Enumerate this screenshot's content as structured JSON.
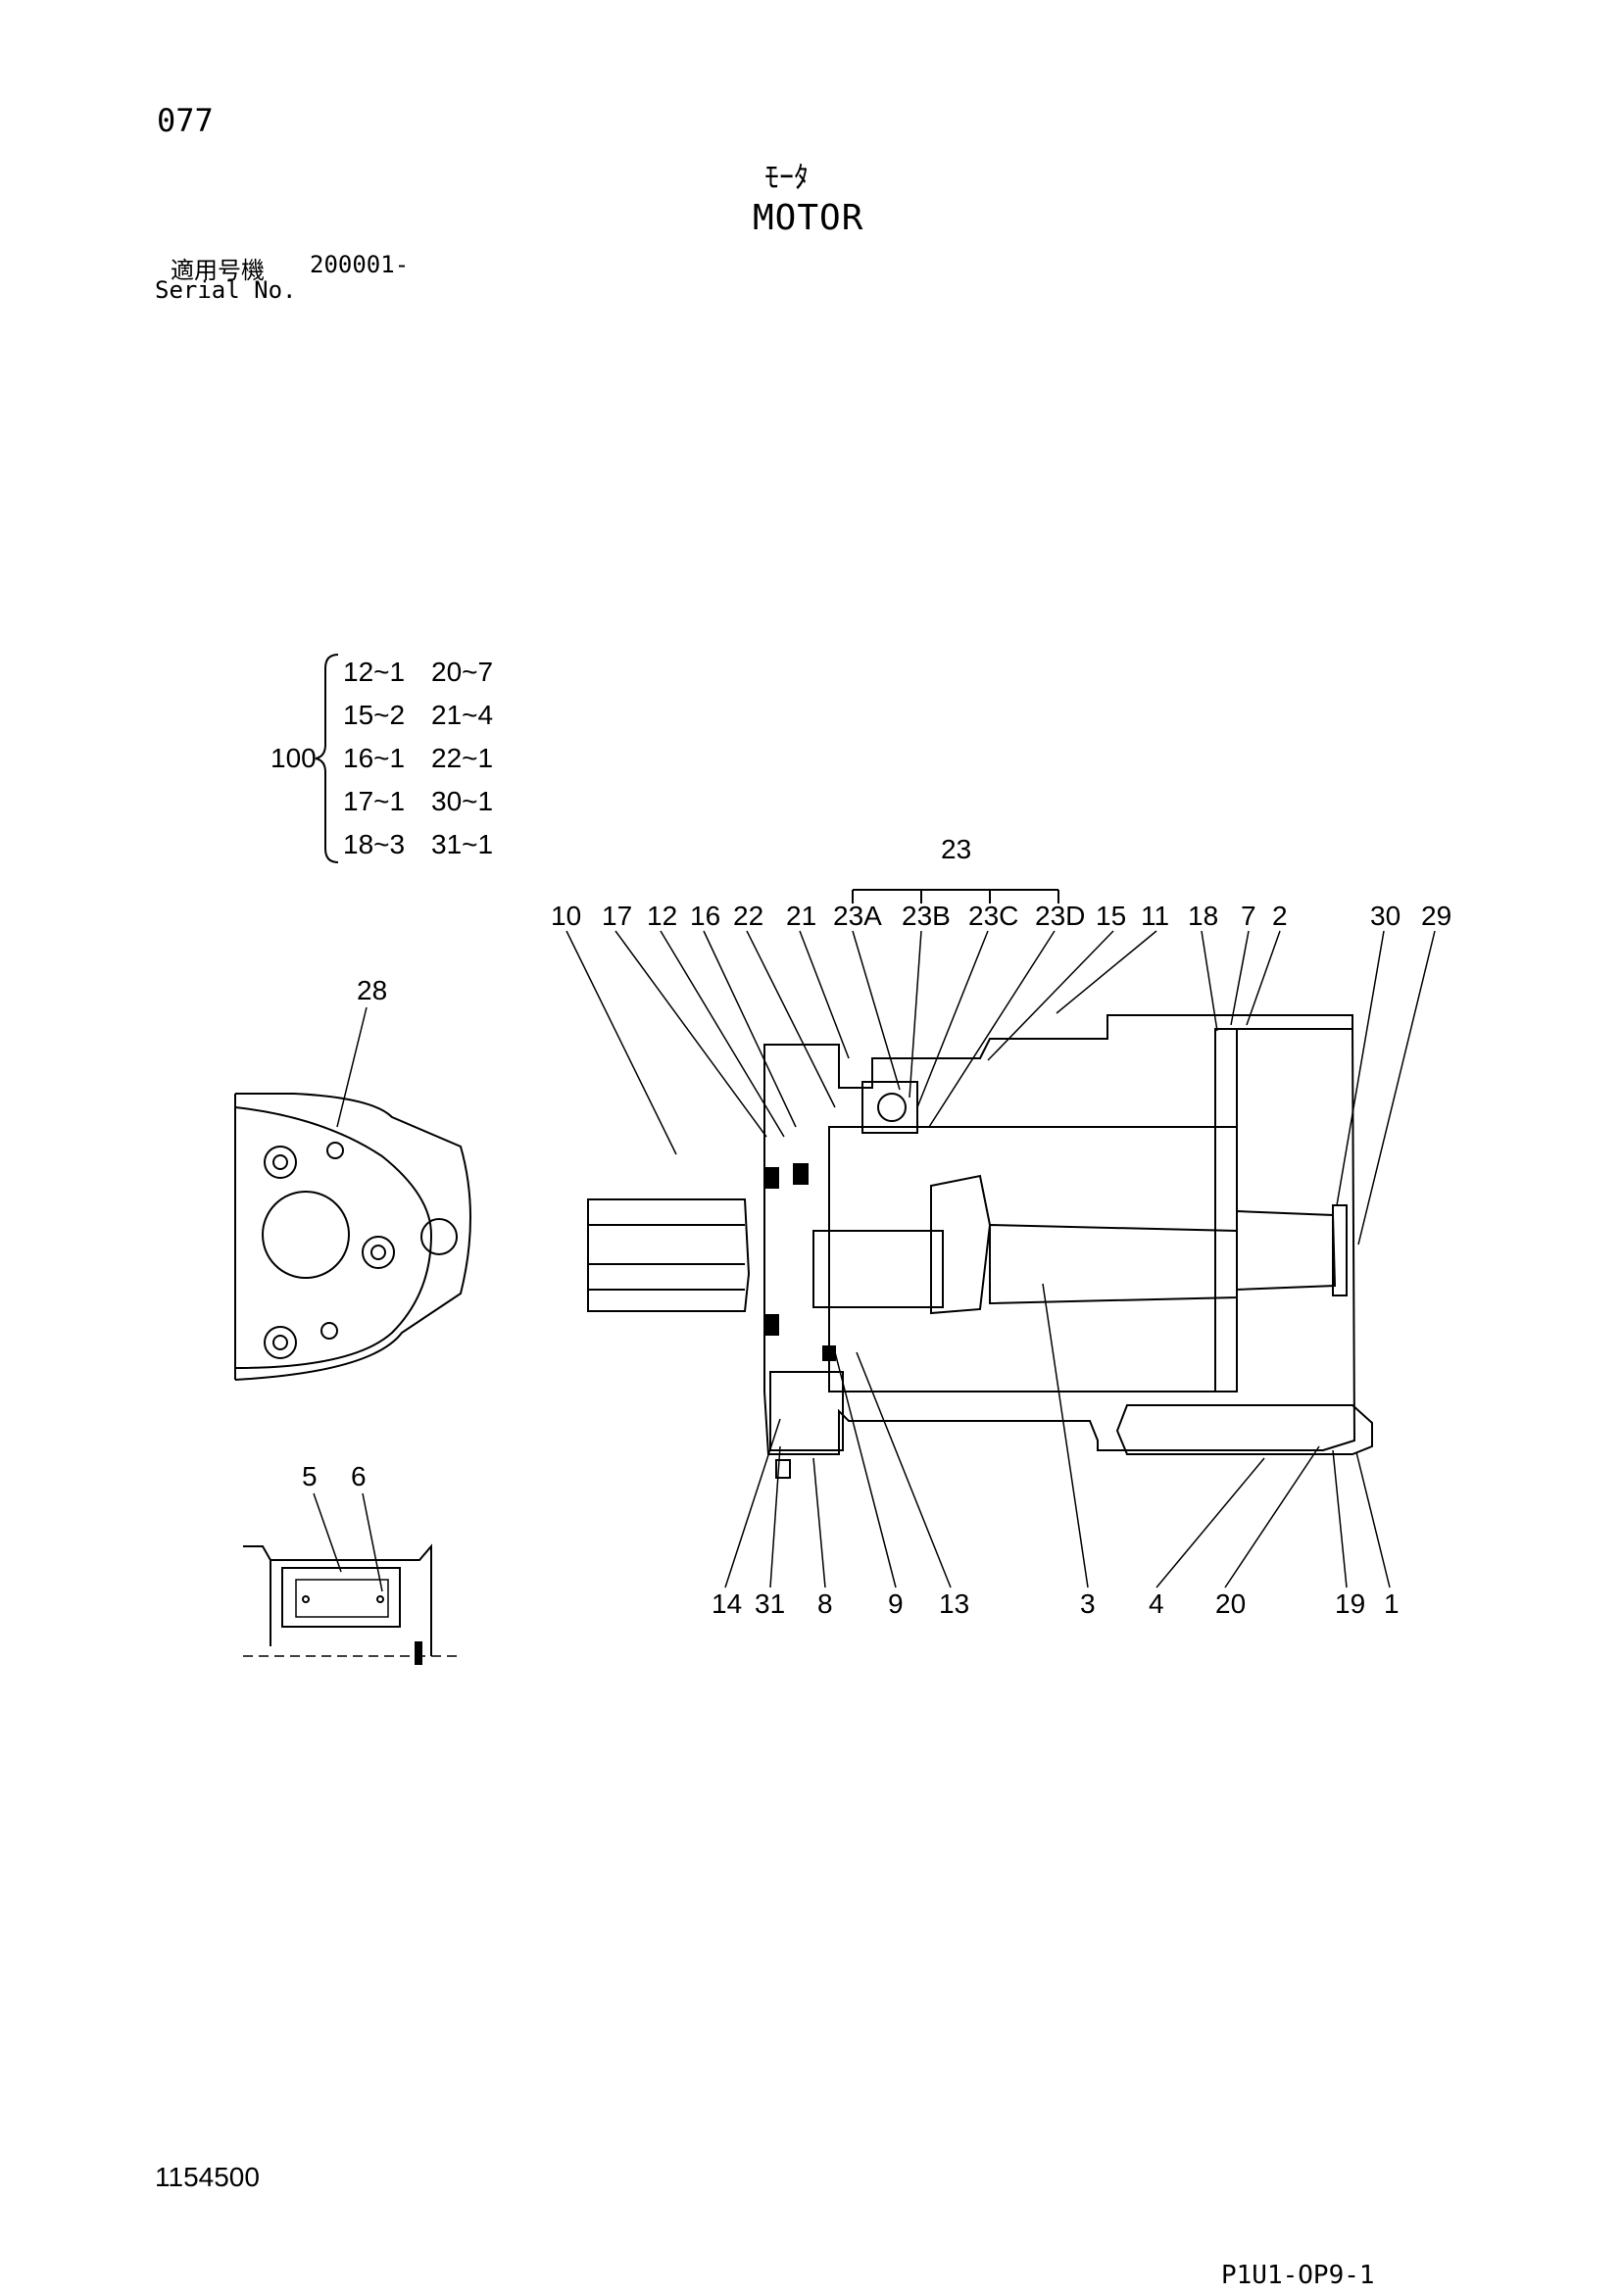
{
  "header": {
    "page_number": "077",
    "title_jp": "ﾓｰﾀ",
    "title_en": "MOTOR",
    "serial_label_jp": "適用号機",
    "serial_value": "200001-",
    "serial_label_en": "Serial No."
  },
  "kit": {
    "number": "100",
    "rows": [
      {
        "a": "12~1",
        "b": "20~7"
      },
      {
        "a": "15~2",
        "b": "21~4"
      },
      {
        "a": "16~1",
        "b": "22~1"
      },
      {
        "a": "17~1",
        "b": "30~1"
      },
      {
        "a": "18~3",
        "b": "31~1"
      }
    ]
  },
  "callouts": {
    "group_23": "23",
    "top": [
      "10",
      "17",
      "12",
      "16",
      "22",
      "21",
      "23A",
      "23B",
      "23C",
      "23D",
      "15",
      "11",
      "18",
      "7",
      "2",
      "30",
      "29"
    ],
    "bottom": [
      "14",
      "31",
      "8",
      "9",
      "13",
      "3",
      "4",
      "20",
      "19",
      "1"
    ],
    "end_view": "28",
    "plate": [
      "5",
      "6"
    ]
  },
  "footer": {
    "doc_number": "1154500",
    "figure_code": "P1U1-OP9-1"
  }
}
